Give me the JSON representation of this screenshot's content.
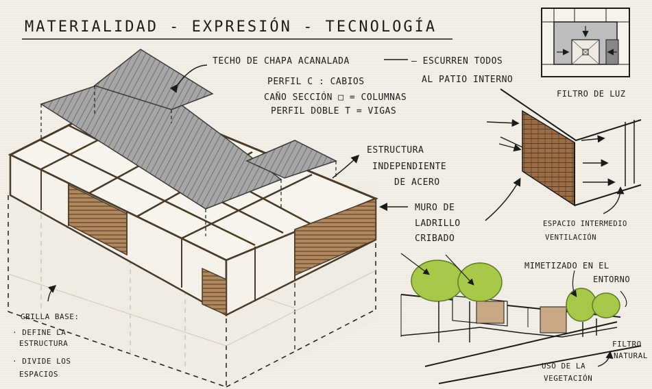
{
  "title": "MATERIALIDAD - EXPRESIÓN - TECNOLOGÍA",
  "roof_note": {
    "line1": "TECHO DE CHAPA ACANALADA",
    "line1b": "— ESCURREN TODOS",
    "line1c": "AL PATIO INTERNO",
    "line2": "PERFIL C :  CABIOS",
    "line3": "CAÑO SECCIÓN □ = COLUMNAS",
    "line4": "PERFIL DOBLE T = VIGAS"
  },
  "light_filter": "FILTRO DE LUZ",
  "structure_note": [
    "ESTRUCTURA",
    "INDEPENDIENTE",
    "DE ACERO"
  ],
  "wall_note": [
    "MURO DE",
    "LADRILLO",
    "CRIBADO"
  ],
  "intermediate_note": [
    "ESPACIO INTERMEDIO",
    "VENTILACIÓN"
  ],
  "grid_note": [
    "GRILLA BASE:",
    "· DEFINE LA",
    "ESTRUCTURA",
    "· DIVIDE LOS",
    "ESPACIOS"
  ],
  "camouflage_note": [
    "MIMETIZADO EN EL",
    "ENTORNO"
  ],
  "natural_filter": [
    "FILTRO",
    "NATURAL"
  ],
  "vegetation_note": [
    "USO DE LA",
    "VEGETACIÓN"
  ],
  "colors": {
    "ink": "#1b1b1b",
    "paper": "#f3efe6",
    "roof": "#9a9a9a",
    "brick": "#a07850",
    "outline": "#4a3a28",
    "tree": "#a8c84a"
  }
}
